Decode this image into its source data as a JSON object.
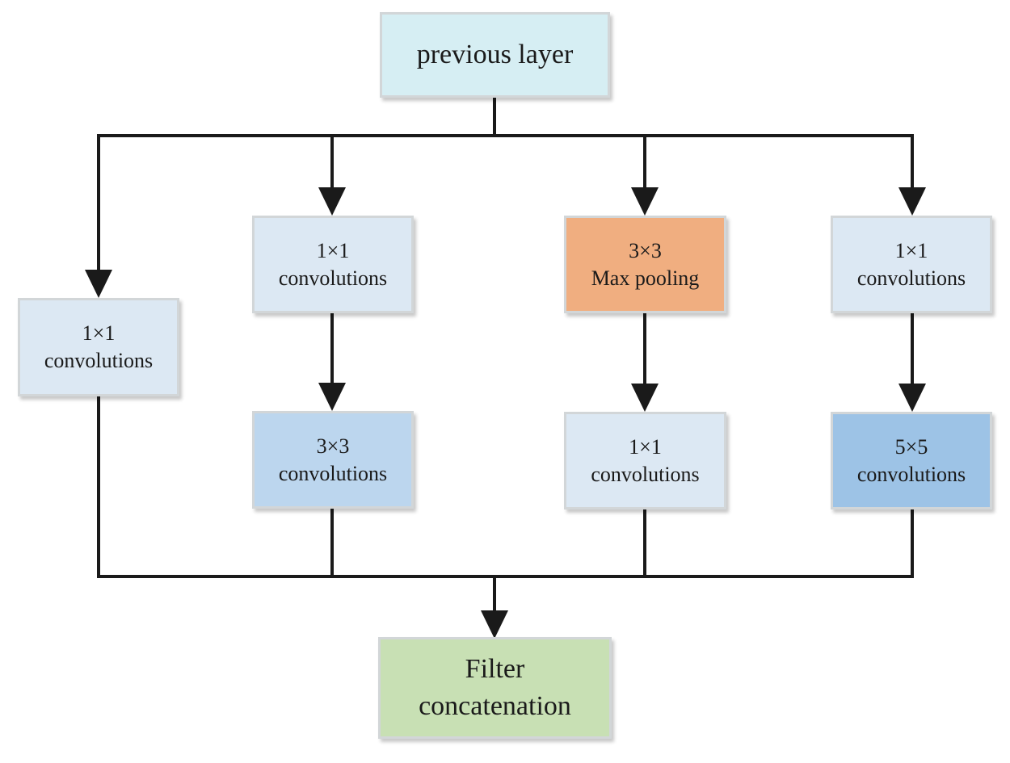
{
  "colors": {
    "input_fill": "#d6eef3",
    "conv1x1_fill": "#dce8f3",
    "conv3x3_fill": "#bcd6ee",
    "conv5x5_fill": "#9dc3e6",
    "pool_fill": "#f0ae80",
    "concat_fill": "#c8e0b4",
    "connector": "#1a1a1a"
  },
  "diagram": {
    "input": {
      "line1": "previous layer"
    },
    "branch1": {
      "conv": {
        "line1": "1×1",
        "line2": "convolutions"
      }
    },
    "branch2": {
      "reduce": {
        "line1": "1×1",
        "line2": "convolutions"
      },
      "conv": {
        "line1": "3×3",
        "line2": "convolutions"
      }
    },
    "branch3": {
      "pool": {
        "line1": "3×3",
        "line2": "Max pooling"
      },
      "conv": {
        "line1": "1×1",
        "line2": "convolutions"
      }
    },
    "branch4": {
      "reduce": {
        "line1": "1×1",
        "line2": "convolutions"
      },
      "conv": {
        "line1": "5×5",
        "line2": "convolutions"
      }
    },
    "output": {
      "line1": "Filter",
      "line2": "concatenation"
    }
  }
}
